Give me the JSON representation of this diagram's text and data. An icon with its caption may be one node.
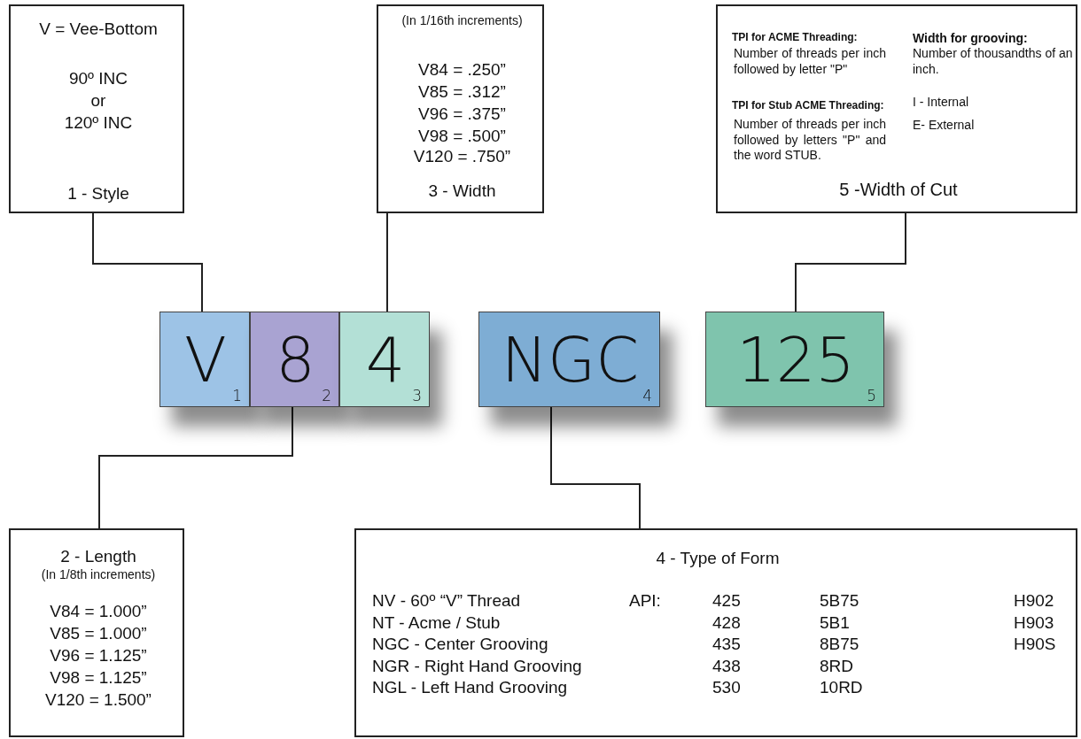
{
  "diagram": {
    "nodes": [
      {
        "text": [
          "V = Vee-Bottom",
          "90º INC",
          "or",
          "120º INC",
          "1 - Style"
        ]
      },
      {
        "text": [
          "(In 1/16th increments)",
          "V84 = .250”",
          "V85 = .312”",
          "V96 = .375”",
          "V98 = .500”",
          "V120 = .750”",
          "3 - Width"
        ]
      },
      {
        "text": [
          "TPI for ACME Threading:",
          "Number of threads per inch followed by letter \"P\"",
          "TPI for Stub ACME Threading:",
          "Number of threads per inch followed by letters \"P\" and the word STUB.",
          "Width for grooving:",
          "Number of thousandths of an inch.",
          "I - Internal",
          "E- External",
          "5 -Width of Cut"
        ]
      },
      {
        "text": [
          "V",
          "1"
        ]
      },
      {
        "text": [
          "8",
          "2"
        ]
      },
      {
        "text": [
          "4",
          "3"
        ]
      },
      {
        "text": [
          "NGC",
          "4"
        ]
      },
      {
        "text": [
          "125",
          "5"
        ]
      },
      {
        "text": [
          "2 - Length",
          "(In 1/8th increments)",
          "V84 = 1.000”",
          "V85 = 1.000”",
          "V96 = 1.125”",
          "V98 = 1.125”",
          "V120 = 1.500”"
        ]
      },
      {
        "text": [
          "4 - Type of Form",
          "NV - 60º “V” Thread",
          "API:",
          "425",
          "5B75",
          "H902",
          "NT - Acme / Stub",
          "428",
          "5B1",
          "H903",
          "NGC - Center Grooving",
          "435",
          "8B75",
          "H90S",
          "NGR - Right Hand Grooving",
          "438",
          "8RD",
          "NGL - Left Hand Grooving",
          "530",
          "10RD"
        ]
      }
    ],
    "edges": [
      {
        "from": 0,
        "to": 3,
        "arrow": "none"
      },
      {
        "from": 1,
        "to": 5,
        "arrow": "none"
      },
      {
        "from": 2,
        "to": 7,
        "arrow": "none"
      },
      {
        "from": 4,
        "to": 8,
        "arrow": "none"
      },
      {
        "from": 6,
        "to": 9,
        "arrow": "none"
      }
    ]
  }
}
